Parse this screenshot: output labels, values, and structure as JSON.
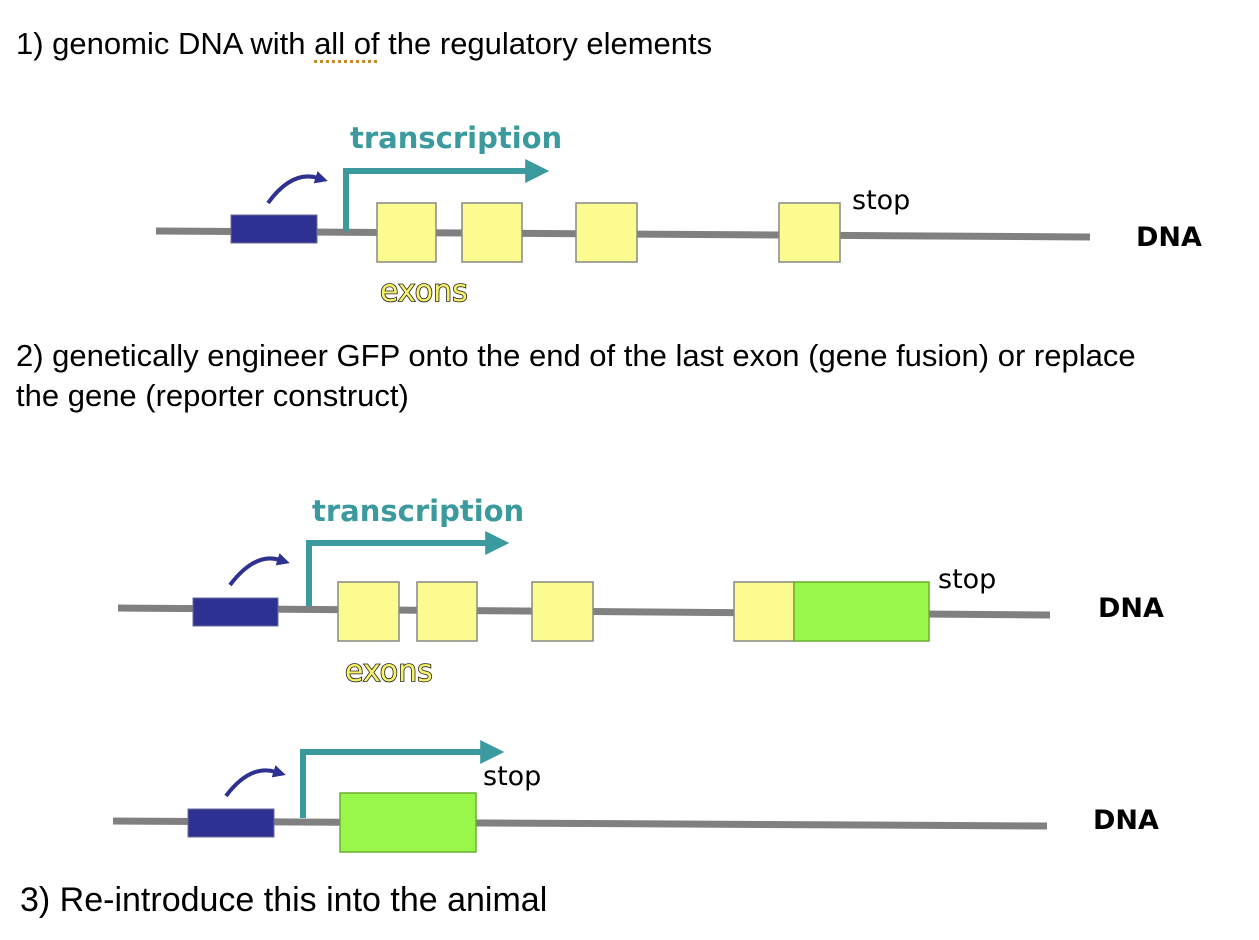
{
  "step1": {
    "before": "1) genomic DNA with ",
    "underlined": "all of",
    "after": " the regulatory elements"
  },
  "step2": {
    "line1": "2) genetically engineer GFP onto the end of the last exon (gene fusion) or replace",
    "line2": "the gene (reporter construct)"
  },
  "step3": {
    "text": "3) Re-introduce this into the animal"
  },
  "labels": {
    "transcription": "transcription",
    "stop": "stop",
    "dna": "DNA",
    "exons": "exons"
  },
  "colors": {
    "dna_line": "#808080",
    "promoter": "#2e3192",
    "exon": "#fbfb8f",
    "gfp": "#99f64a",
    "transcription_arrow": "#3a9a9e",
    "promoter_arrow": "#2e3192"
  }
}
